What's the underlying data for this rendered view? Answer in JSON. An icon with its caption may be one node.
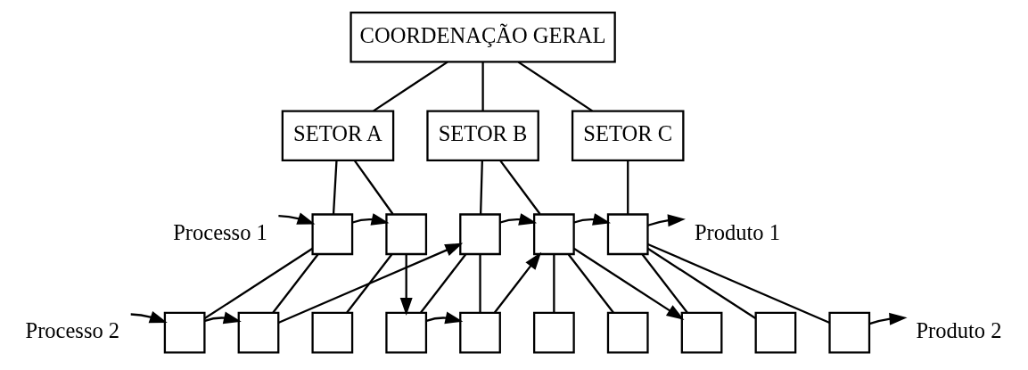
{
  "diagram": {
    "nodes": [
      {
        "text": [
          "COORDENAÇÃO GERAL"
        ]
      },
      {
        "text": [
          "SETOR A"
        ]
      },
      {
        "text": [
          "SETOR B"
        ]
      },
      {
        "text": [
          "SETOR C"
        ]
      },
      {
        "text": [
          "Processo 1"
        ]
      },
      {
        "text": [],
        "shape": "box"
      },
      {
        "text": [],
        "shape": "box"
      },
      {
        "text": [],
        "shape": "box"
      },
      {
        "text": [],
        "shape": "box"
      },
      {
        "text": [],
        "shape": "box"
      },
      {
        "text": [
          "Produto 1"
        ]
      },
      {
        "text": [
          "Processo 2"
        ]
      },
      {
        "text": [],
        "shape": "box"
      },
      {
        "text": [],
        "shape": "box"
      },
      {
        "text": [],
        "shape": "box"
      },
      {
        "text": [],
        "shape": "box"
      },
      {
        "text": [],
        "shape": "box"
      },
      {
        "text": [],
        "shape": "box"
      },
      {
        "text": [],
        "shape": "box"
      },
      {
        "text": [],
        "shape": "box"
      },
      {
        "text": [],
        "shape": "box"
      },
      {
        "text": [],
        "shape": "box"
      },
      {
        "text": [
          "Produto 2"
        ]
      }
    ],
    "edges": [
      {
        "from": 0,
        "to": 1,
        "arrow": "none"
      },
      {
        "from": 0,
        "to": 2,
        "arrow": "none"
      },
      {
        "from": 0,
        "to": 3,
        "arrow": "none"
      },
      {
        "from": 1,
        "to": 5,
        "arrow": "none"
      },
      {
        "from": 1,
        "to": 6,
        "arrow": "none"
      },
      {
        "from": 2,
        "to": 7,
        "arrow": "none"
      },
      {
        "from": 2,
        "to": 8,
        "arrow": "none"
      },
      {
        "from": 3,
        "to": 9,
        "arrow": "none"
      },
      {
        "from": 5,
        "to": 12,
        "arrow": "none"
      },
      {
        "from": 5,
        "to": 13,
        "arrow": "none"
      },
      {
        "from": 6,
        "to": 14,
        "arrow": "none"
      },
      {
        "from": 7,
        "to": 15,
        "arrow": "none"
      },
      {
        "from": 7,
        "to": 16,
        "arrow": "none"
      },
      {
        "from": 8,
        "to": 17,
        "arrow": "none"
      },
      {
        "from": 8,
        "to": 18,
        "arrow": "none"
      },
      {
        "from": 9,
        "to": 19,
        "arrow": "none"
      },
      {
        "from": 9,
        "to": 20,
        "arrow": "none"
      },
      {
        "from": 9,
        "to": 21,
        "arrow": "none"
      },
      {
        "from": 4,
        "to": 5,
        "arrow": "to"
      },
      {
        "from": 5,
        "to": 6,
        "arrow": "to"
      },
      {
        "from": 6,
        "to": 15,
        "arrow": "to"
      },
      {
        "from": 11,
        "to": 12,
        "arrow": "to"
      },
      {
        "from": 12,
        "to": 13,
        "arrow": "to"
      },
      {
        "from": 13,
        "to": 7,
        "arrow": "to"
      },
      {
        "from": 15,
        "to": 16,
        "arrow": "to"
      },
      {
        "from": 16,
        "to": 8,
        "arrow": "to"
      },
      {
        "from": 7,
        "to": 8,
        "arrow": "to"
      },
      {
        "from": 8,
        "to": 9,
        "arrow": "to"
      },
      {
        "from": 8,
        "to": 19,
        "arrow": "to"
      },
      {
        "from": 9,
        "to": 10,
        "arrow": "to"
      },
      {
        "from": 21,
        "to": 22,
        "arrow": "to"
      }
    ]
  }
}
